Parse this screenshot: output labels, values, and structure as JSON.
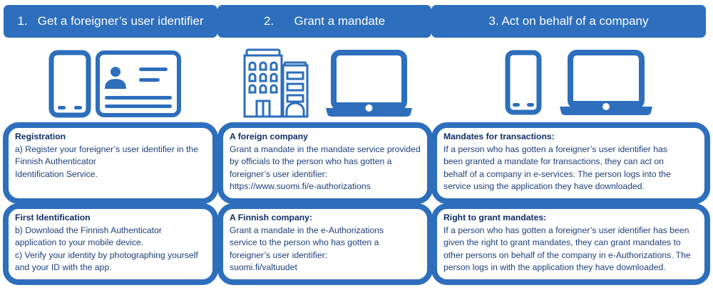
{
  "colors": {
    "accent": "#2d6ebd",
    "title_text": "#0f2f66",
    "body_text": "#1c3f7a",
    "header_text": "#ffffff"
  },
  "headers": [
    {
      "label": "1.   Get a foreigner’s user identifier"
    },
    {
      "label": "2.      Grant a mandate"
    },
    {
      "label": "3. Act on behalf of a company"
    }
  ],
  "icons": {
    "step1": [
      "mobile-phone-icon",
      "id-card-icon"
    ],
    "step2": [
      "office-buildings-icon",
      "laptop-icon"
    ],
    "step3": [
      "mobile-phone-icon",
      "laptop-icon"
    ]
  },
  "cards": {
    "step1_top": {
      "title": "Registration",
      "lines": [
        "a) Register your foreigner’s user identifier in the",
        "Finnish Authenticator",
        "Identification Service."
      ]
    },
    "step1_bottom": {
      "title": "First Identification",
      "lines": [
        "b) Download the Finnish Authenticator",
        "application to your mobile device.",
        "c) Verify your identity by photographing yourself",
        "and your ID with the app."
      ]
    },
    "step2_top": {
      "title": "A foreign company",
      "lines": [
        "Grant a mandate in the mandate service provided",
        "by officials to the person who has gotten a",
        "foreigner’s user identifier:",
        "https://www.suomi.fi/e-authorizations"
      ]
    },
    "step2_bottom": {
      "title": "A Finnish company:",
      "lines": [
        "Grant a mandate in the e-Authorizations",
        "service to the person who has gotten a",
        "foreigner’s user identifier:",
        "suomi.fi/valtuudet"
      ]
    },
    "step3_top": {
      "title": "Mandates for transactions:",
      "lines": [
        "If a person who has gotten a foreigner’s user identifier has",
        "been granted a mandate for transactions, they can act on",
        "behalf of a company in e-services. The person logs into the",
        "service using the application they have downloaded."
      ]
    },
    "step3_bottom": {
      "title": "Right to grant mandates:",
      "lines": [
        "If a person who has gotten a foreigner’s user identifier has been",
        "given the right to grant mandates, they can grant mandates to",
        "other persons on behalf of the company in e-Authorizations. The",
        "person logs in with the application they have downloaded."
      ]
    }
  }
}
